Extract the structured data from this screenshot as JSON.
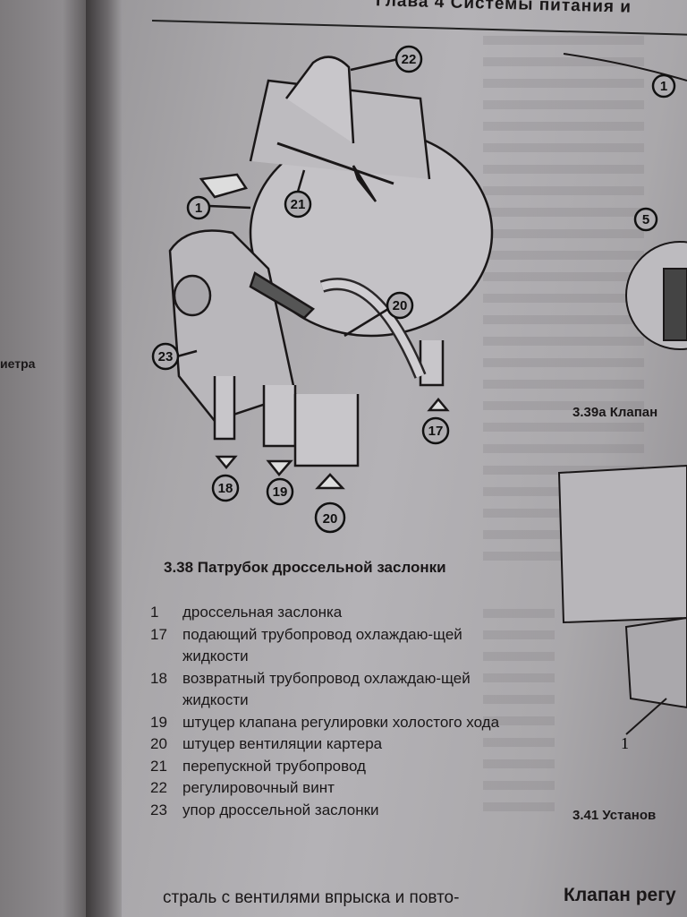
{
  "header": {
    "title": "Глава 4 Системы питания и"
  },
  "figure_338": {
    "caption": "3.38 Патрубок дроссельной заслонки",
    "callouts": [
      "22",
      "1",
      "21",
      "20",
      "23",
      "17",
      "18",
      "19",
      "20"
    ],
    "legend": [
      {
        "num": "1",
        "text": "дроссельная заслонка"
      },
      {
        "num": "17",
        "text": "подающий трубопровод охлаждаю-щей жидкости"
      },
      {
        "num": "18",
        "text": "возвратный трубопровод охлаждаю-щей жидкости"
      },
      {
        "num": "19",
        "text": "штуцер клапана регулировки холостого хода"
      },
      {
        "num": "20",
        "text": "штуцер вентиляции картера"
      },
      {
        "num": "21",
        "text": "перепускной трубопровод"
      },
      {
        "num": "22",
        "text": "регулировочный винт"
      },
      {
        "num": "23",
        "text": "упор дроссельной заслонки"
      }
    ]
  },
  "right_page": {
    "fig_339a_caption": "3.39а Клапан",
    "fig_341_caption": "3.41 Установ",
    "heading": "Клапан регу",
    "callouts": [
      "1",
      "5",
      "1"
    ]
  },
  "left_page": {
    "caption_fragment": "иетра"
  },
  "body_text": "страль с вентилями впрыска и повто-"
}
